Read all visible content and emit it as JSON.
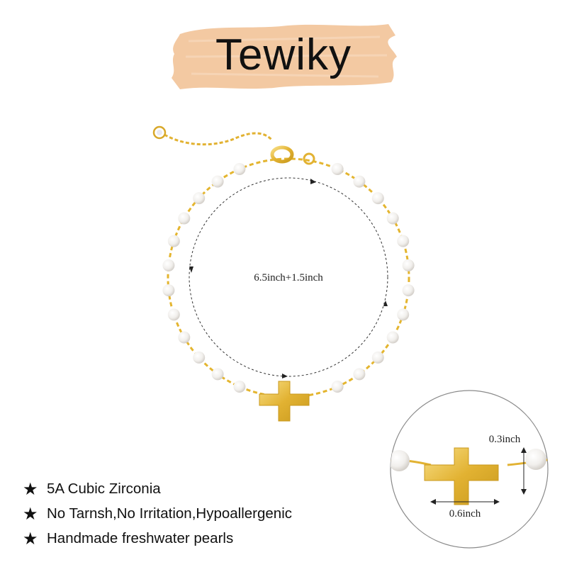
{
  "brand": {
    "name": "Tewiky",
    "swatch_color": "#f3c9a2"
  },
  "product": {
    "metal_color": "#e4b52f",
    "pearl_color": "#f3f1ef",
    "length_label": "6.5inch+1.5inch",
    "charm_height_label": "0.3inch",
    "charm_width_label": "0.6inch"
  },
  "features": [
    {
      "icon": "star-icon",
      "text": "5A Cubic Zirconia"
    },
    {
      "icon": "star-icon",
      "text": "No Tarnsh,No Irritation,Hypoallergenic"
    },
    {
      "icon": "star-icon",
      "text": "Handmade freshwater pearls"
    }
  ]
}
